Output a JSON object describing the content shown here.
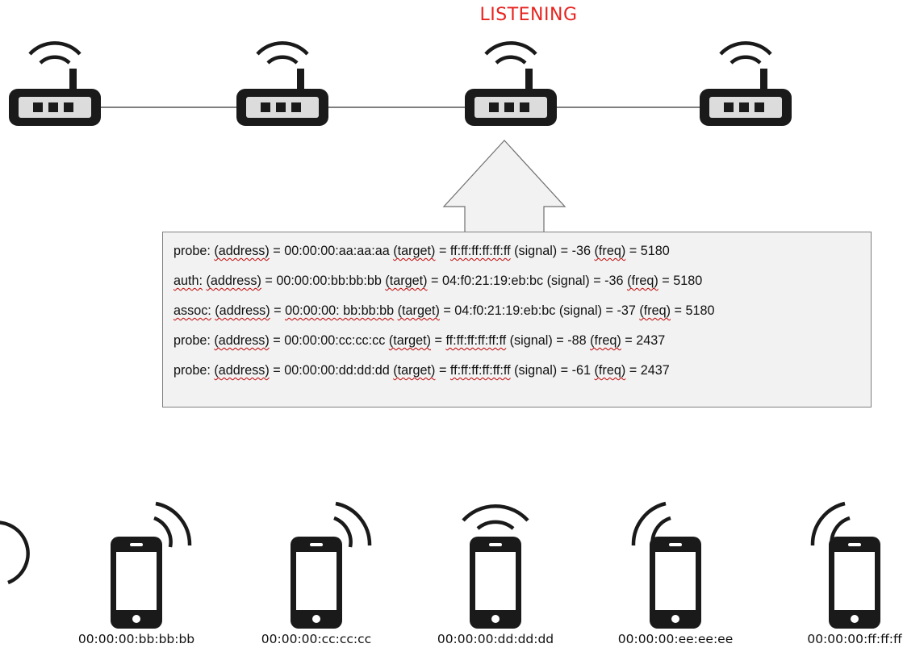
{
  "status_label": "LISTENING",
  "colors": {
    "status": "#e8231f",
    "device": "#1a1a1a",
    "box_bg": "#f2f2f2",
    "box_border": "#808080"
  },
  "routers": [
    {
      "icon": "wifi-router-icon"
    },
    {
      "icon": "wifi-router-icon"
    },
    {
      "icon": "wifi-router-icon",
      "listening": true
    },
    {
      "icon": "wifi-router-icon"
    }
  ],
  "log_lines": [
    {
      "kind": "probe:",
      "address": "00:00:00:aa:aa:aa",
      "target": "ff:ff:ff:ff:ff:ff",
      "signal": "-36",
      "freq": "5180"
    },
    {
      "kind": "auth:",
      "address": "00:00:00:bb:bb:bb",
      "target": "04:f0:21:19:eb:bc",
      "signal": "-36",
      "freq": "5180"
    },
    {
      "kind": "assoc:",
      "address": "00:00:00: bb:bb:bb",
      "target": "04:f0:21:19:eb:bc",
      "signal": "-37",
      "freq": "5180"
    },
    {
      "kind": "probe:",
      "address": "00:00:00:cc:cc:cc",
      "target": "ff:ff:ff:ff:ff:ff",
      "signal": "-88",
      "freq": "2437"
    },
    {
      "kind": "probe:",
      "address": "00:00:00:dd:dd:dd",
      "target": "ff:ff:ff:ff:ff:ff",
      "signal": "-61",
      "freq": "2437"
    }
  ],
  "devices": [
    {
      "label": "00:00:00:bb:bb:bb",
      "icon": "smartphone-icon",
      "signal": "right"
    },
    {
      "label": "00:00:00:cc:cc:cc",
      "icon": "smartphone-icon",
      "signal": "right"
    },
    {
      "label": "00:00:00:dd:dd:dd",
      "icon": "smartphone-icon",
      "signal": "up"
    },
    {
      "label": "00:00:00:ee:ee:ee",
      "icon": "smartphone-icon",
      "signal": "left"
    },
    {
      "label": "00:00:00:ff:ff:ff",
      "icon": "smartphone-icon",
      "signal": "left"
    }
  ]
}
